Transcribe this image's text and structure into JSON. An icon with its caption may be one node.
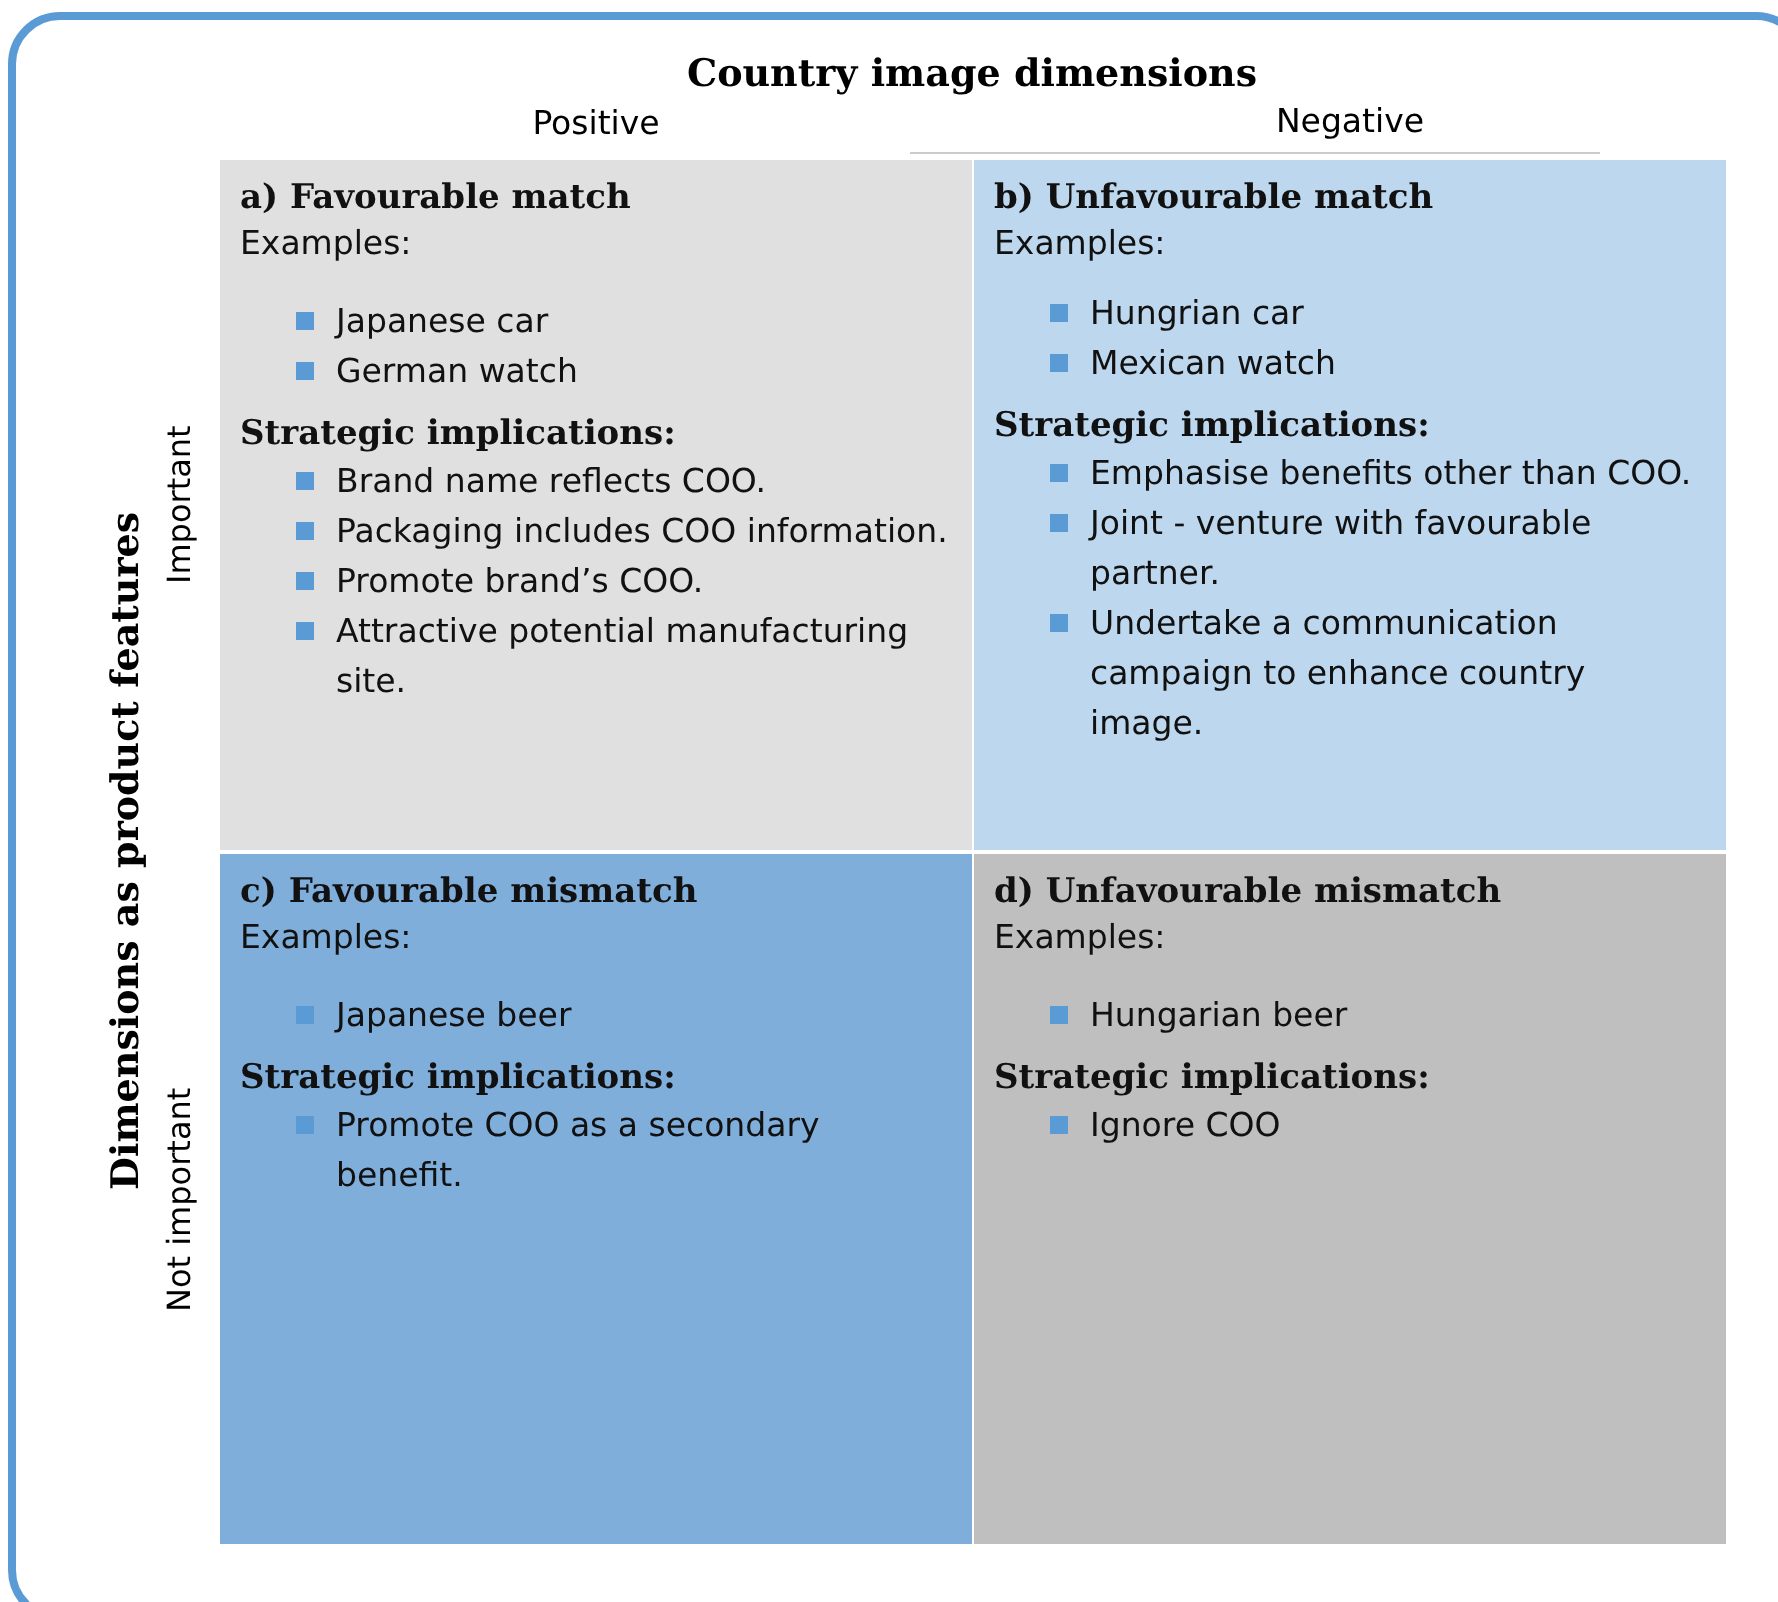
{
  "diagram": {
    "title": "Country image dimensions",
    "nodes": [
      {
        "text": [
          "a) Favourable match",
          "Examples:",
          "Japanese car",
          "German watch",
          "Strategic implications:",
          "Brand name reflects COO.",
          "Packaging includes COO information.",
          "Promote brand’s COO.",
          "Attractive potential manufacturing site."
        ]
      },
      {
        "text": [
          "b) Unfavourable match",
          "Examples:",
          "Hungrian car",
          "Mexican watch",
          "Strategic implications:",
          "Emphasise benefits other than COO.",
          "Joint - venture with favourable partner.",
          "Undertake a communication campaign to enhance country image."
        ]
      },
      {
        "text": [
          "c) Favourable mismatch",
          "Examples:",
          "Japanese beer",
          "Strategic implications:",
          "Promote COO as a secondary benefit."
        ]
      },
      {
        "text": [
          "d) Unfavourable mismatch",
          "Examples:",
          "Hungarian beer",
          "Strategic implications:",
          "Ignore COO"
        ]
      }
    ],
    "labels": [
      "Positive",
      "Negative",
      "Dimensions as product features",
      "Important",
      "Not important"
    ]
  }
}
